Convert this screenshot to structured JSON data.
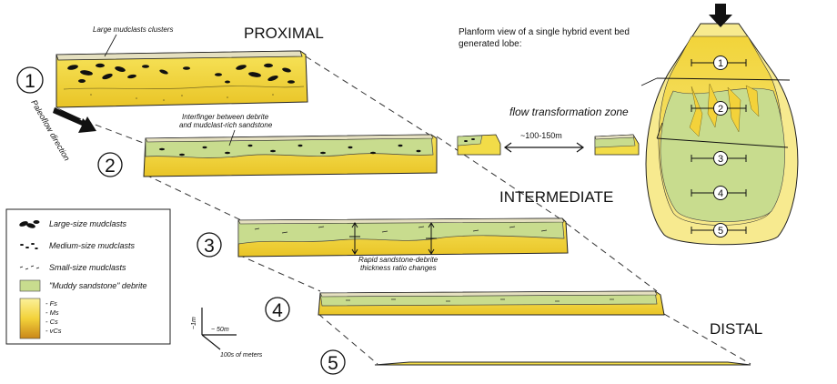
{
  "titles": {
    "proximal": "PROXIMAL",
    "intermediate": "INTERMEDIATE",
    "distal": "DISTAL"
  },
  "stations": [
    "1",
    "2",
    "3",
    "4",
    "5"
  ],
  "annotations": {
    "large_clusters": "Large mudclasts clusters",
    "interfinger_1": "Interfinger between debrite",
    "interfinger_2": "and mudclast-rich sandstone",
    "rapid_1": "Rapid sandstone-debrite",
    "rapid_2": "thickness ratio changes",
    "paleoflow": "Paleoflow direction",
    "flow_zone": "flow transformation zone",
    "distance": "~100-150m"
  },
  "planform": {
    "line1": "Planform view of a single hybrid event bed",
    "line2": "generated lobe:"
  },
  "legend": {
    "large": "Large-size mudclasts",
    "medium": "Medium-size mudclasts",
    "small": "Small-size mudclasts",
    "debrite": "\"Muddy sandstone\" debrite",
    "grain_sizes": [
      "- Fs",
      "- Ms",
      "- Cs",
      "- vCs"
    ]
  },
  "scale": {
    "vertical": "~1m",
    "horizontal": "~ 50m",
    "diagonal": "100s of meters"
  },
  "colors": {
    "sand": "#f2dc48",
    "sand_light": "#f7ea8f",
    "debrite": "#c8dc8e",
    "mudclast": "#111111"
  }
}
